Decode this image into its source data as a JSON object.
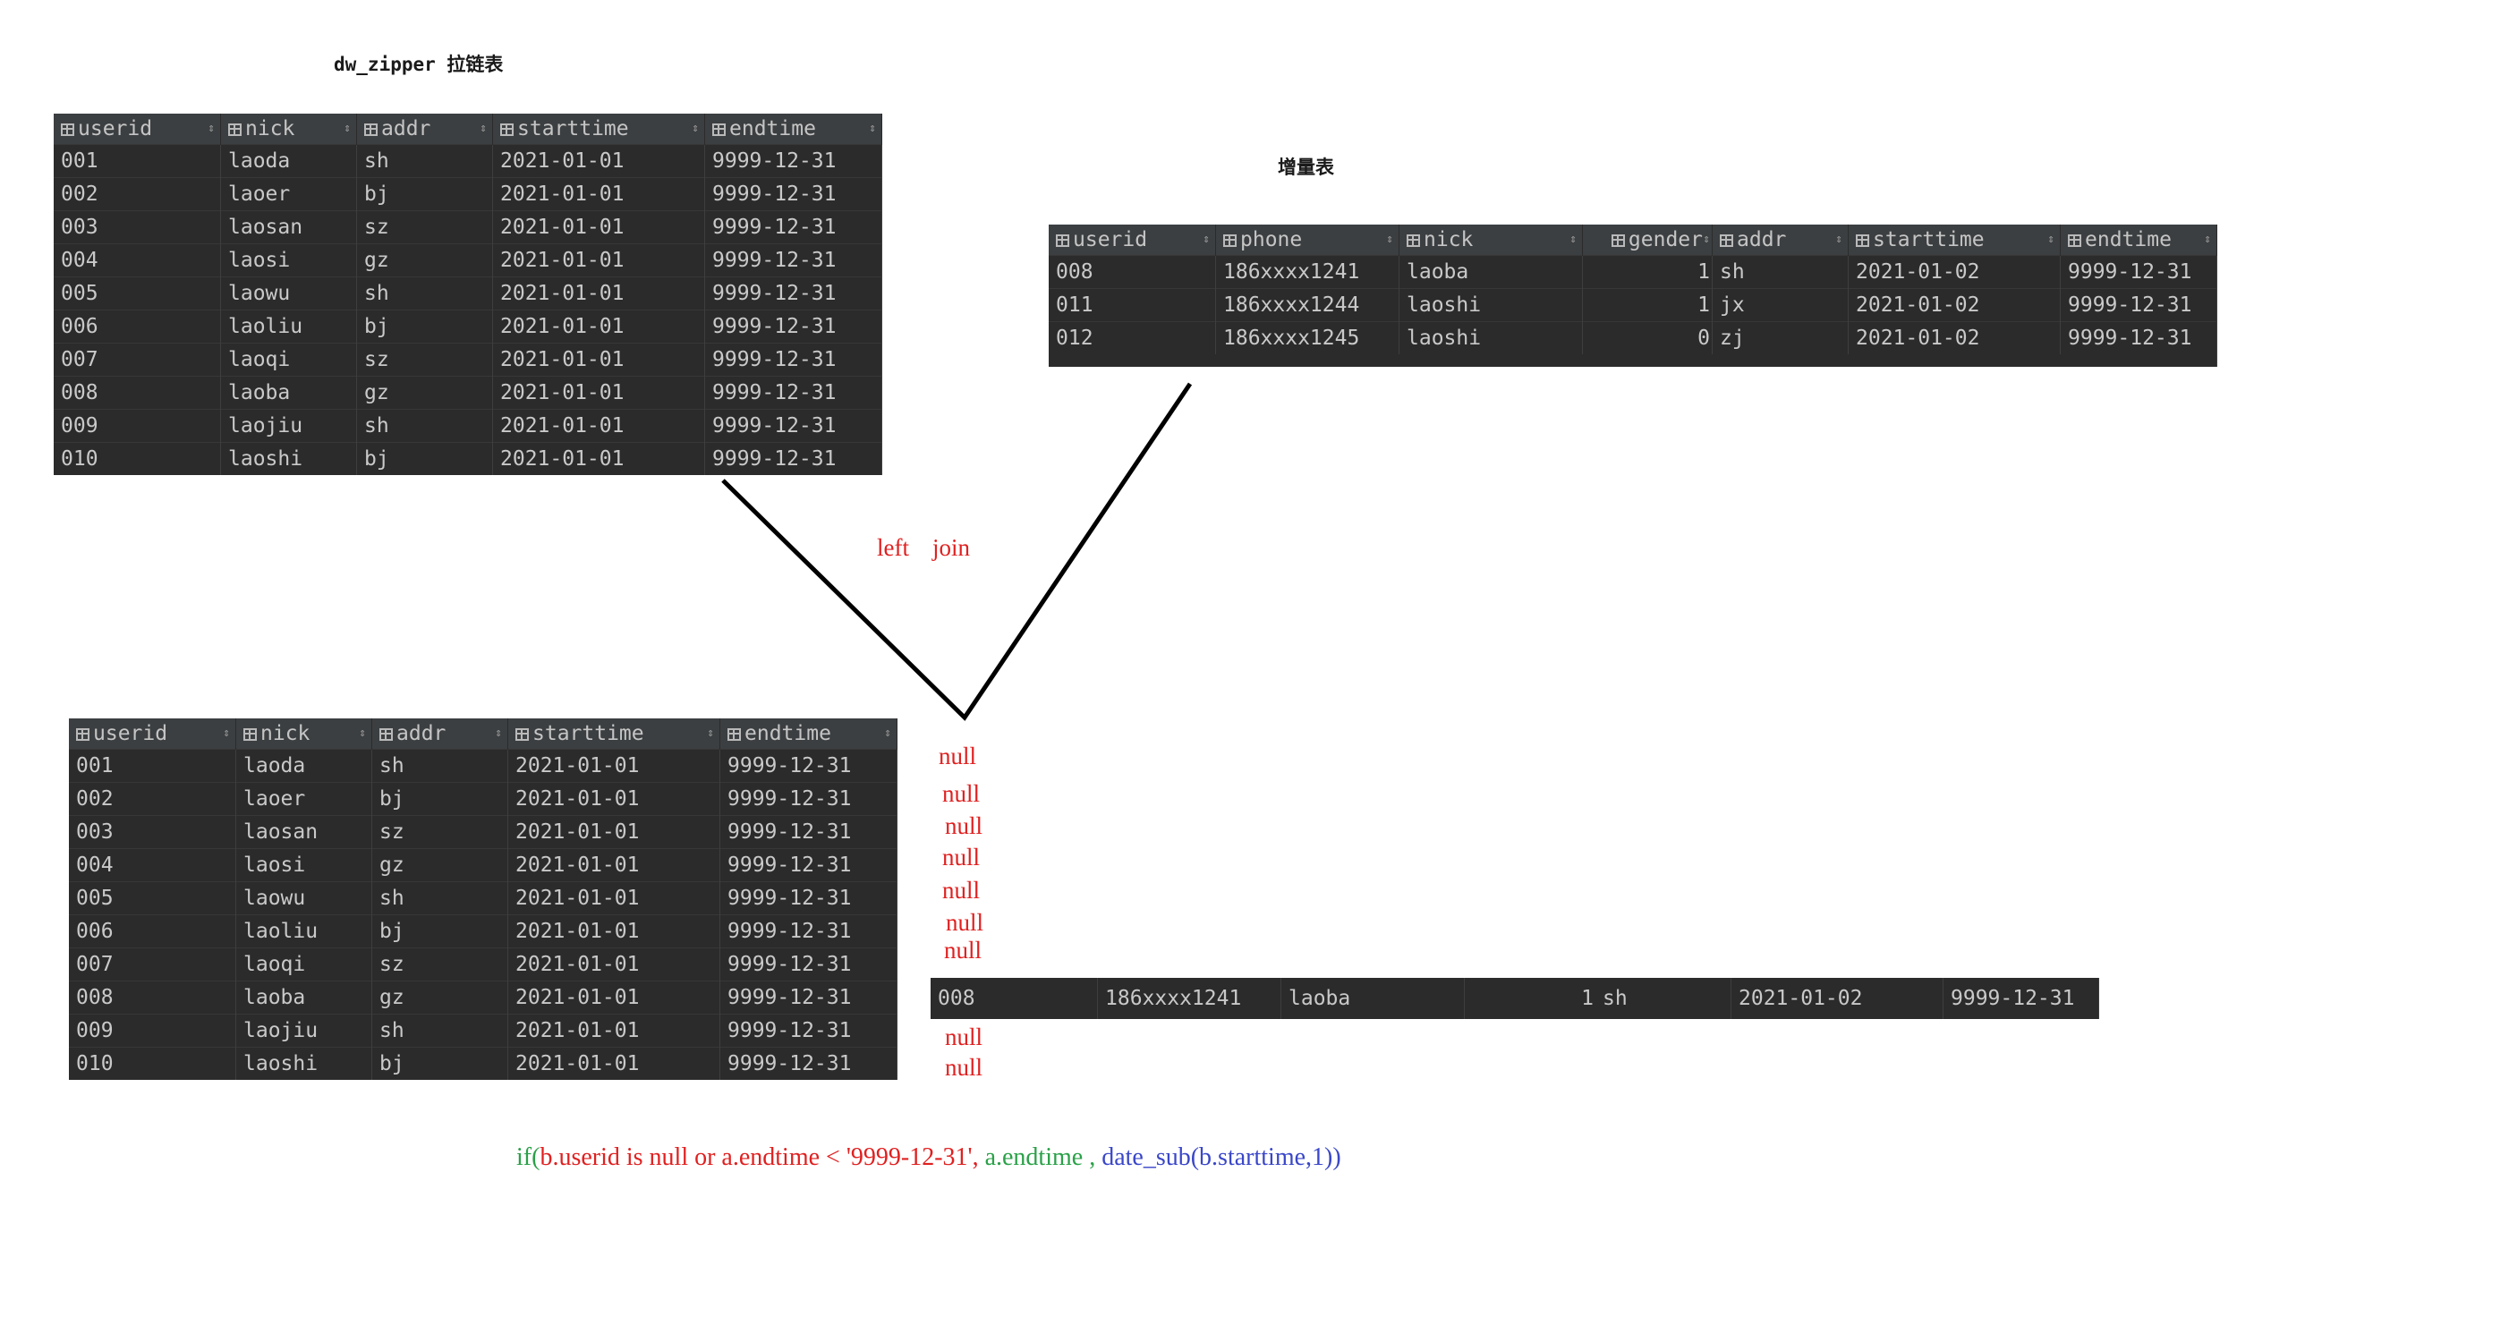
{
  "zipper_caption": "dw_zipper 拉链表",
  "incr_caption": "增量表",
  "join_label_left": "left",
  "join_label_right": "join",
  "null_text": "null",
  "colors": {
    "grid_bg": "#2b2b2b",
    "header_bg": "#3c3f41",
    "red": "#e02020",
    "green": "#2aa148",
    "blue": "#3a47c8"
  },
  "zipper": {
    "columns": [
      "userid",
      "nick",
      "addr",
      "starttime",
      "endtime"
    ],
    "rows": [
      [
        "001",
        "laoda",
        "sh",
        "2021-01-01",
        "9999-12-31"
      ],
      [
        "002",
        "laoer",
        "bj",
        "2021-01-01",
        "9999-12-31"
      ],
      [
        "003",
        "laosan",
        "sz",
        "2021-01-01",
        "9999-12-31"
      ],
      [
        "004",
        "laosi",
        "gz",
        "2021-01-01",
        "9999-12-31"
      ],
      [
        "005",
        "laowu",
        "sh",
        "2021-01-01",
        "9999-12-31"
      ],
      [
        "006",
        "laoliu",
        "bj",
        "2021-01-01",
        "9999-12-31"
      ],
      [
        "007",
        "laoqi",
        "sz",
        "2021-01-01",
        "9999-12-31"
      ],
      [
        "008",
        "laoba",
        "gz",
        "2021-01-01",
        "9999-12-31"
      ],
      [
        "009",
        "laojiu",
        "sh",
        "2021-01-01",
        "9999-12-31"
      ],
      [
        "010",
        "laoshi",
        "bj",
        "2021-01-01",
        "9999-12-31"
      ]
    ]
  },
  "incr": {
    "columns": [
      "userid",
      "phone",
      "nick",
      "gender",
      "addr",
      "starttime",
      "endtime"
    ],
    "rows": [
      [
        "008",
        "186xxxx1241",
        "laoba",
        "1",
        "sh",
        "2021-01-02",
        "9999-12-31"
      ],
      [
        "011",
        "186xxxx1244",
        "laoshi",
        "1",
        "jx",
        "2021-01-02",
        "9999-12-31"
      ],
      [
        "012",
        "186xxxx1245",
        "laoshi",
        "0",
        "zj",
        "2021-01-02",
        "9999-12-31"
      ]
    ]
  },
  "result": {
    "columns": [
      "userid",
      "nick",
      "addr",
      "starttime",
      "endtime"
    ],
    "rows": [
      [
        "001",
        "laoda",
        "sh",
        "2021-01-01",
        "9999-12-31"
      ],
      [
        "002",
        "laoer",
        "bj",
        "2021-01-01",
        "9999-12-31"
      ],
      [
        "003",
        "laosan",
        "sz",
        "2021-01-01",
        "9999-12-31"
      ],
      [
        "004",
        "laosi",
        "gz",
        "2021-01-01",
        "9999-12-31"
      ],
      [
        "005",
        "laowu",
        "sh",
        "2021-01-01",
        "9999-12-31"
      ],
      [
        "006",
        "laoliu",
        "bj",
        "2021-01-01",
        "9999-12-31"
      ],
      [
        "007",
        "laoqi",
        "sz",
        "2021-01-01",
        "9999-12-31"
      ],
      [
        "008",
        "laoba",
        "gz",
        "2021-01-01",
        "9999-12-31"
      ],
      [
        "009",
        "laojiu",
        "sh",
        "2021-01-01",
        "9999-12-31"
      ],
      [
        "010",
        "laoshi",
        "bj",
        "2021-01-01",
        "9999-12-31"
      ]
    ]
  },
  "matched_row": [
    "008",
    "186xxxx1241",
    "laoba",
    "1",
    "sh",
    "2021-01-02",
    "9999-12-31"
  ],
  "formula": {
    "p1": "if(",
    "p2": "b.userid is null or a.endtime < '9999-12-31', ",
    "p3": "a.endtime , ",
    "p4": "date_sub(b.starttime,1)",
    "p5": ")"
  }
}
